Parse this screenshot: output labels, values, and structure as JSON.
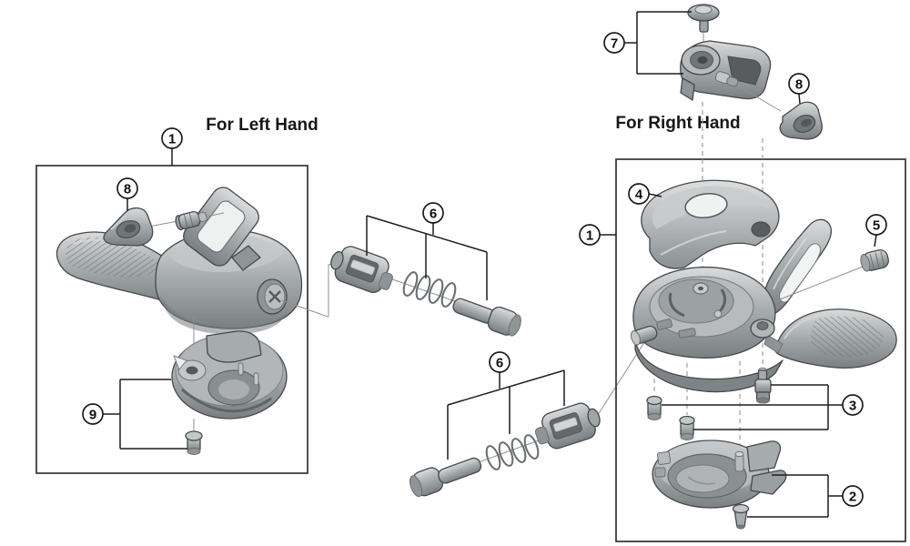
{
  "labels": {
    "left_hand": "For Left Hand",
    "right_hand": "For Right Hand"
  },
  "callouts": {
    "left_unit": "1",
    "left_clamp_nut": "8",
    "left_cover_unit": "9",
    "upper_cable_adjuster": "6",
    "lower_cable_adjuster": "6",
    "right_bracket_unit": "7",
    "right_clamp_nut": "8",
    "right_unit": "1",
    "right_upper_cover": "4",
    "right_cap": "5",
    "right_fixing_screws": "3",
    "right_lower_cover_unit": "2"
  },
  "colors": {
    "outline": "#45494b",
    "line": "#1d1d1d",
    "thin": "#8d9193",
    "dash": "#9aa0a2",
    "part-mid": "#a6abad",
    "part-light": "#d2d4d5",
    "part-dark": "#74797c",
    "bg": "#ffffff"
  }
}
